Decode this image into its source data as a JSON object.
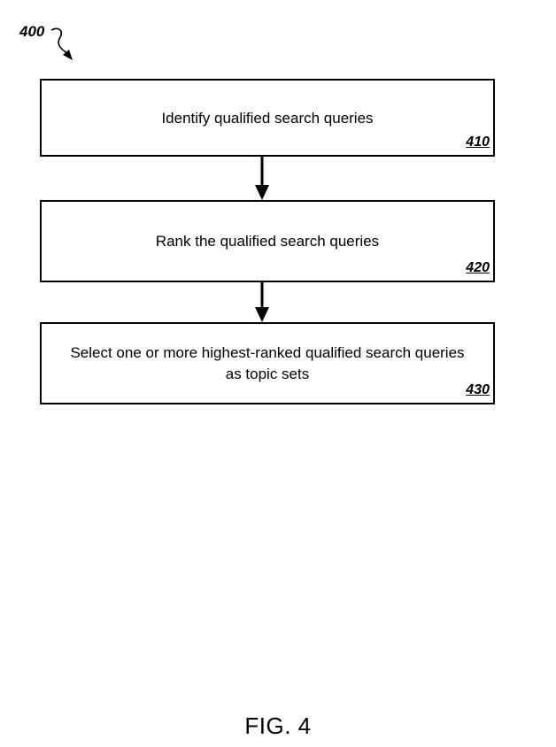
{
  "diagram": {
    "reference_numeral": "400",
    "figure_label": "FIG. 4",
    "steps": [
      {
        "text": "Identify qualified search queries",
        "number": "410"
      },
      {
        "text": "Rank the qualified search queries",
        "number": "420"
      },
      {
        "text": "Select one or more highest-ranked qualified search queries as topic sets",
        "number": "430"
      }
    ],
    "connectors": [
      {
        "from": "410",
        "to": "420"
      },
      {
        "from": "420",
        "to": "430"
      }
    ]
  }
}
